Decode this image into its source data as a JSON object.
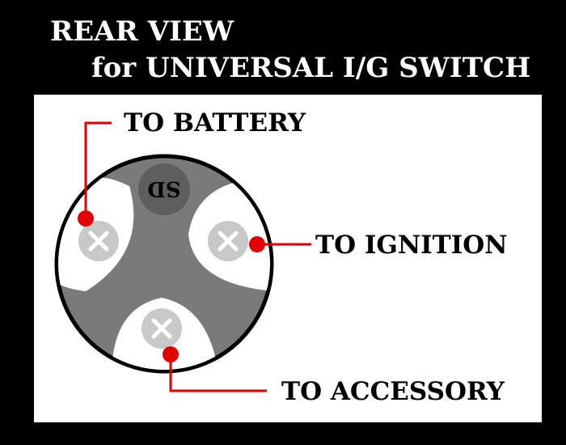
{
  "title": {
    "line1": "REAR VIEW",
    "line2": "for UNIVERSAL I/G SWITCH"
  },
  "switch": {
    "badge": "SD",
    "terminals": [
      {
        "id": "battery",
        "label": "TO BATTERY",
        "icon": "screw-cross-icon"
      },
      {
        "id": "ignition",
        "label": "TO IGNITION",
        "icon": "screw-cross-icon"
      },
      {
        "id": "accessory",
        "label": "TO ACCESSORY",
        "icon": "screw-cross-icon"
      }
    ]
  },
  "colors": {
    "background": "#000000",
    "panel": "#ffffff",
    "switch_body": "#7a7a7a",
    "badge_circle": "#5e5e5e",
    "screw": "#c8c8c8",
    "wire": "#e00000",
    "outline": "#000000"
  }
}
